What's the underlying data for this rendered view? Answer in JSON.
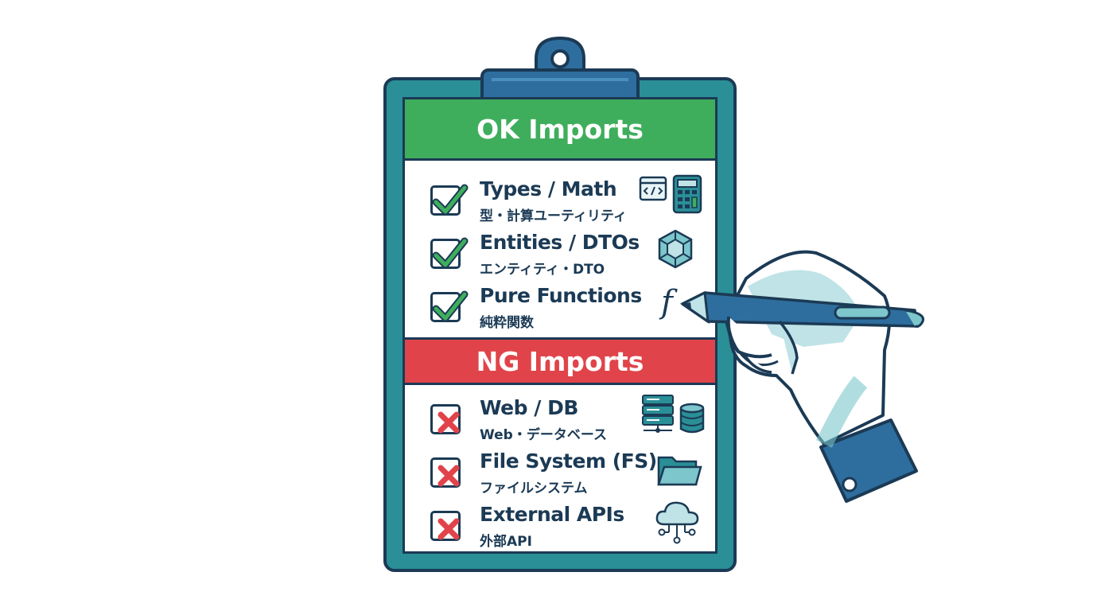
{
  "ok_section": {
    "title": "OK Imports",
    "color": "#3fae5c",
    "items": [
      {
        "title": "Types / Math",
        "subtitle": "型・計算ユーティリティ",
        "status": "check",
        "icons": [
          "code-window-icon",
          "calculator-icon"
        ]
      },
      {
        "title": "Entities / DTOs",
        "subtitle": "エンティティ・DTO",
        "status": "check",
        "icons": [
          "cube-icon"
        ]
      },
      {
        "title": "Pure Functions",
        "subtitle": "純粋関数",
        "status": "check",
        "icons": [
          "function-icon"
        ]
      }
    ]
  },
  "ng_section": {
    "title": "NG Imports",
    "color": "#e0444a",
    "items": [
      {
        "title": "Web / DB",
        "subtitle": "Web・データベース",
        "status": "cross",
        "icons": [
          "server-icon",
          "database-icon"
        ]
      },
      {
        "title": "File System (FS)",
        "subtitle": "ファイルシステム",
        "status": "cross",
        "icons": [
          "folder-icon"
        ]
      },
      {
        "title": "External APIs",
        "subtitle": "外部API",
        "status": "cross",
        "icons": [
          "cloud-network-icon"
        ]
      }
    ]
  },
  "function_glyph": "f",
  "colors": {
    "clipboard": "#2a8f97",
    "clip": "#2e6e9e",
    "outline": "#1b3a55",
    "check": "#3fae5c",
    "cross": "#e0444a"
  }
}
